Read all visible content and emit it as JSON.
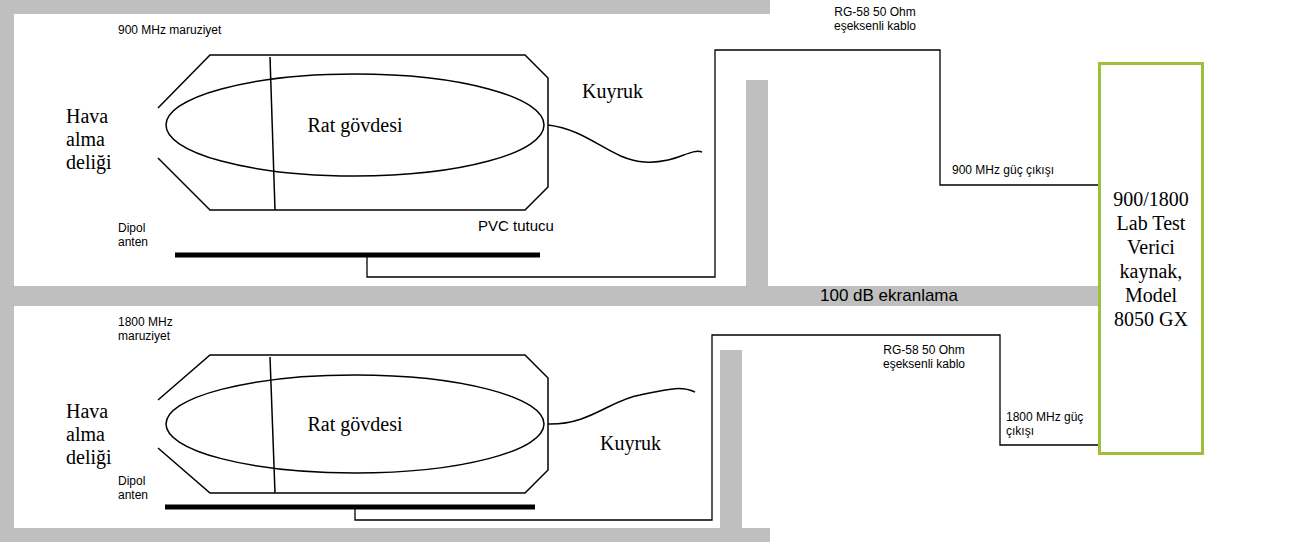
{
  "diagram": {
    "nodes": [
      {
        "text": [
          "Rat gövdesi"
        ]
      },
      {
        "text": [
          "Rat gövdesi"
        ]
      },
      {
        "text": [
          "900/1800 Lab Test Verici kaynak, Model 8050 GX"
        ]
      }
    ],
    "labels": [
      "RG-58 50 Ohm eşeksenli kablo",
      "900 MHz maruziyet",
      "Hava alma deliği",
      "Kuyruk",
      "900 MHz güç çıkışı",
      "PVC tutucu",
      "Dipol anten",
      "100 dB ekranlama",
      "1800 MHz maruziyet",
      "Hava alma deliği",
      "Kuyruk",
      "RG-58 50 Ohm eşeksenli kablo",
      "1800 MHz güç çıkışı",
      "Dipol anten"
    ]
  }
}
